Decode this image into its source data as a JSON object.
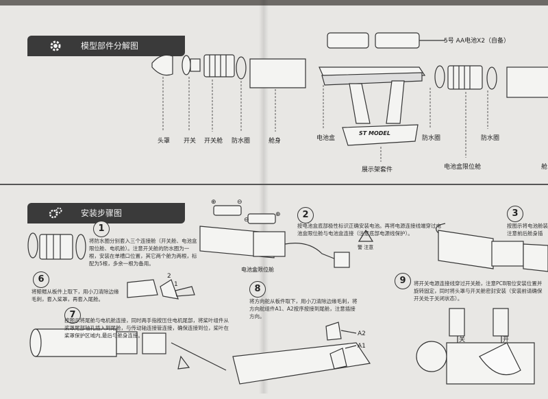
{
  "headers": {
    "parts": "模型部件分解图",
    "install": "安装步骤图"
  },
  "battery_label": "5号 AA电池X2（自备）",
  "parts_labels": {
    "head_cap": "头罩",
    "switch": "开关",
    "switch_cabin": "开关舱",
    "o_ring_1": "防水圈",
    "body": "舱身",
    "battery_box": "电池盒",
    "display_stand": "展示架套件",
    "o_ring_2": "防水圈",
    "o_ring_3": "防水圈",
    "battery_limit_cabin": "电池盒限位舱",
    "cut": "舱"
  },
  "stand_logo": "ST MODEL",
  "steps": {
    "s1": {
      "num": "1",
      "text": "将防水圈分别套入三个连接舱（开关舱、电池盒限位舱、电机舱）。注意开关舱的防水圈为一根，安装在单槽口位置，其它两个舱为两根，标配为5根，多余一根为备用。"
    },
    "s2": {
      "num": "2",
      "text": "按电池盒底部极性标识正确安装电池。再将电源连接线端穿过电池盒限位舱与电池盒连接（注意底部电源线保护）。"
    },
    "s3": {
      "num": "3",
      "text": "按图示将电池舱装注意前后舱身插"
    },
    "s6": {
      "num": "6",
      "text": "将鲸鳍从板件上取下，用小刀清除边缘毛刺，套入桨罩，再套入尾舱。"
    },
    "s7": {
      "num": "7",
      "text": "按图示将尾舱与电机舱连接，同时两手指按压住电机尾部，将桨叶组件从桨罩尾部轴孔插入到尾舱，与传动轴连接管连接，确保连接到位，桨叶在桨罩保护区域内,最后与舱身连接。"
    },
    "s8": {
      "num": "8",
      "text": "将方向舵从板件取下，用小刀清除边缘毛刺，将方向舵组件A1、A2按序按接到尾舱，注意插接方向。"
    },
    "s9": {
      "num": "9",
      "text": "将开关电源连接线穿过开关舱，注意PCB限位安装位置并旋转固定，同时将头罩与开关舱密封安装（安装前请确保开关处于关闭状态）。"
    }
  },
  "callouts": {
    "battery_limit": "电池盒限位舱",
    "warning": "警 注意",
    "plus_a": "⊕",
    "plus_b": "⊕",
    "minus_a": "⊖",
    "minus_b": "⊖",
    "a1": "A1",
    "a2": "A2",
    "n2": "2",
    "n1": "1",
    "off": "关",
    "on": "开"
  }
}
